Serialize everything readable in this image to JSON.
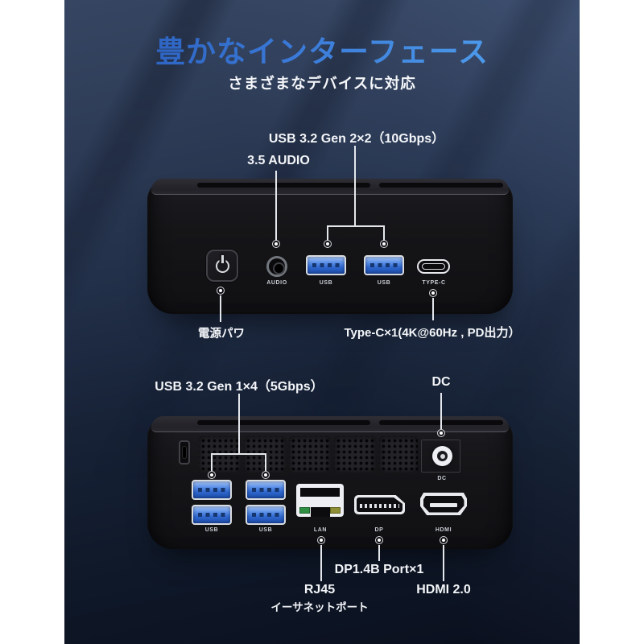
{
  "header": {
    "title": "豊かなインターフェース",
    "subtitle": "さまざまなデバイスに対応"
  },
  "front_view": {
    "callout_usb": "USB 3.2 Gen 2×2（10Gbps）",
    "callout_audio": "3.5 AUDIO",
    "callout_power": "電源パワ",
    "callout_typec": "Type-C×1(4K@60Hz , PD出力）",
    "port_labels": {
      "audio": "AUDIO",
      "usb_left": "USB",
      "usb_right": "USB",
      "typec": "TYPE-C"
    }
  },
  "rear_view": {
    "callout_usb": "USB 3.2 Gen 1×4（5Gbps）",
    "callout_dc": "DC",
    "callout_dp": "DP1.4B Port×1",
    "callout_rj45_line1": "RJ45",
    "callout_rj45_line2": "イーサネットポート",
    "callout_hdmi": "HDMI 2.0",
    "port_labels": {
      "usb_left": "USB",
      "usb_right": "USB",
      "lan": "LAN",
      "dp": "DP",
      "hdmi": "HDMI",
      "dc": "DC"
    }
  },
  "colors": {
    "title_gradient_start": "#2757b6",
    "title_gradient_end": "#55a9f4",
    "usb_port_blue": "#2f67cf",
    "background_navy": "#223049",
    "canvas_white": "#ffffff",
    "callout_line": "#e3e6eb"
  }
}
